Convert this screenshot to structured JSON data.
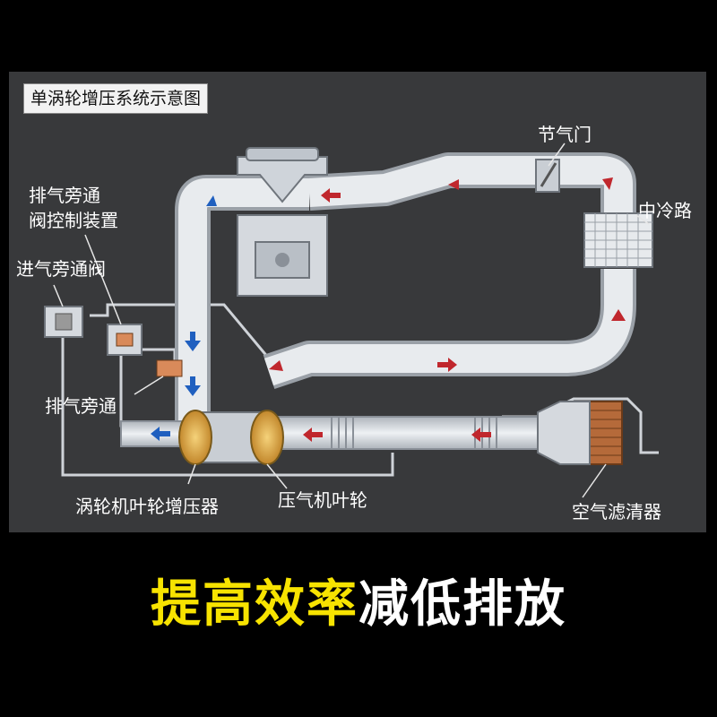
{
  "diagram": {
    "title": "单涡轮增压系统示意图",
    "labels": {
      "throttle": "节气门",
      "intercooler": "中冷路",
      "exhaust_bypass_control_line1": "排气旁通",
      "exhaust_bypass_control_line2": "阀控制装置",
      "intake_bypass_valve": "进气旁通阀",
      "exhaust_bypass": "排气旁通",
      "turbine_wheel": "涡轮机叶轮增压器",
      "compressor_wheel": "压气机叶轮",
      "air_filter": "空气滤清器"
    }
  },
  "tagline": {
    "part1": "提高效率",
    "part2": "减低排放"
  },
  "colors": {
    "background": "#000000",
    "panel": "#38393b",
    "pipe": "#dde1e6",
    "intake_arrow": "#c0272d",
    "exhaust_arrow": "#1f5fbf",
    "turbo": "#e0a030",
    "tagline_yellow": "#f7e300"
  }
}
